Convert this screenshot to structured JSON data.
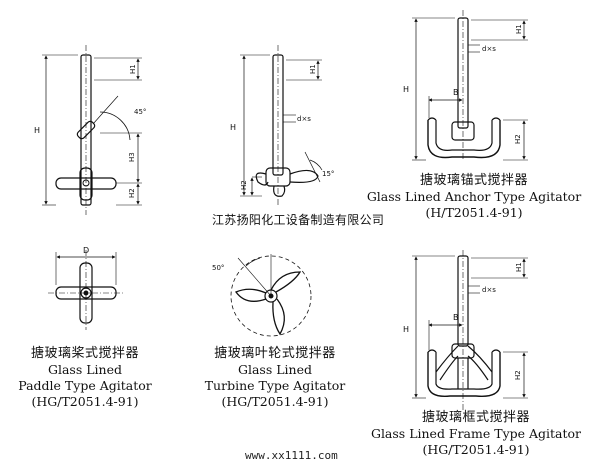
{
  "company": "江苏扬阳化工设备制造有限公司",
  "watermark": "www.xx1111.com",
  "labels": {
    "h": "H",
    "h1": "H1",
    "h2": "H2",
    "h3": "H3",
    "dxs": "d×s",
    "b": "B",
    "d": "D",
    "angle45": "45°",
    "angle15": "15°",
    "angle50": "50°"
  },
  "captions": {
    "anchor": {
      "cn": "搪玻璃锚式搅拌器",
      "en": "Glass Lined Anchor Type Agitator",
      "std": "(H/T2051.4-91)"
    },
    "paddle": {
      "cn": "搪玻璃桨式搅拌器",
      "en1": "Glass Lined",
      "en2": "Paddle Type Agitator",
      "std": "(HG/T2051.4-91)"
    },
    "turbine": {
      "cn": "搪玻璃叶轮式搅拌器",
      "en1": "Glass Lined",
      "en2": "Turbine Type Agitator",
      "std": "(HG/T2051.4-91)"
    },
    "frame": {
      "cn": "搪玻璃框式搅拌器",
      "en": "Glass Lined Frame Type Agitator",
      "std": "(HG/T2051.4-91)"
    }
  }
}
